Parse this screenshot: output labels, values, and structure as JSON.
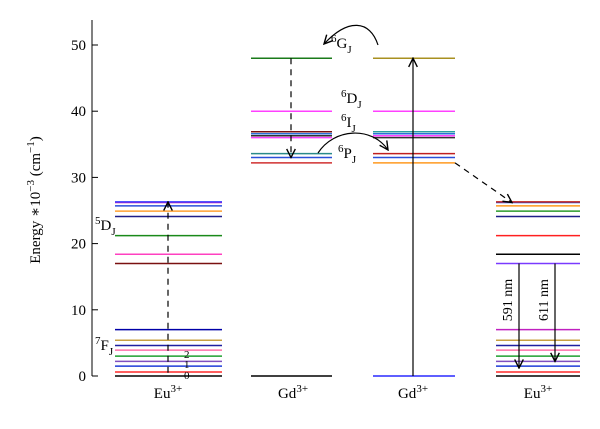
{
  "axis": {
    "ylabel_main": "Energy ∗10",
    "ylabel_exp": "−3",
    "ylabel_unit_open": " (cm",
    "ylabel_unit_exp": "−1",
    "ylabel_unit_close": ")",
    "ticks": [
      "0",
      "10",
      "20",
      "30",
      "40",
      "50"
    ]
  },
  "columns": [
    {
      "base": "Eu",
      "sup": "3+"
    },
    {
      "base": "Gd",
      "sup": "3+"
    },
    {
      "base": "Gd",
      "sup": "3+"
    },
    {
      "base": "Eu",
      "sup": "3+"
    }
  ],
  "labels": {
    "eu_5DJ": {
      "pre": "5",
      "main": "D",
      "sub": "J"
    },
    "eu_7FJ": {
      "pre": "7",
      "main": "F",
      "sub": "J"
    },
    "eu_level_2": "2",
    "eu_level_1": "1",
    "eu_level_0": "0",
    "gd_6GJ": {
      "pre": "6",
      "main": "G",
      "sub": "J"
    },
    "gd_6DJ": {
      "pre": "6",
      "main": "D",
      "sub": "J"
    },
    "gd_6IJ": {
      "pre": "6",
      "main": "I",
      "sub": "J"
    },
    "gd_6PJ": {
      "pre": "6",
      "main": "P",
      "sub": "J"
    },
    "nm591": "591 nm",
    "nm611": "611 nm"
  },
  "levels": {
    "eu_left": [
      {
        "e": 0.0,
        "color": "#000000"
      },
      {
        "e": 0.6,
        "color": "#ff2a2a"
      },
      {
        "e": 1.5,
        "color": "#1e3cd8"
      },
      {
        "e": 2.2,
        "color": "#7f4fbf"
      },
      {
        "e": 3.0,
        "color": "#1f9f2f"
      },
      {
        "e": 3.9,
        "color": "#ff6fa8"
      },
      {
        "e": 4.6,
        "color": "#1f1fa0"
      },
      {
        "e": 5.4,
        "color": "#c8a040"
      },
      {
        "e": 7.0,
        "color": "#0000a8"
      },
      {
        "e": 17.0,
        "color": "#7a1010"
      },
      {
        "e": 18.4,
        "color": "#ff40c0"
      },
      {
        "e": 21.2,
        "color": "#1a8a1a"
      },
      {
        "e": 24.1,
        "color": "#1e1e88"
      },
      {
        "e": 24.9,
        "color": "#ffa030"
      },
      {
        "e": 25.7,
        "color": "#2a4fd8"
      },
      {
        "e": 26.2,
        "color": "#c020c0"
      },
      {
        "e": 26.3,
        "color": "#3a3aff"
      }
    ],
    "gd_mid": [
      {
        "e": 0.0,
        "color": "#000000"
      },
      {
        "e": 32.2,
        "color": "#d03030"
      },
      {
        "e": 33.0,
        "color": "#2a4fd8"
      },
      {
        "e": 33.6,
        "color": "#2a8a8a"
      },
      {
        "e": 36.0,
        "color": "#ff40ff"
      },
      {
        "e": 36.3,
        "color": "#333333"
      },
      {
        "e": 36.6,
        "color": "#2a6fd8"
      },
      {
        "e": 36.9,
        "color": "#7a1010"
      },
      {
        "e": 40.0,
        "color": "#ff40ff"
      },
      {
        "e": 48.0,
        "color": "#1a7a1a"
      }
    ],
    "gd_right": [
      {
        "e": 0.0,
        "color": "#2a2aff"
      },
      {
        "e": 32.2,
        "color": "#ff9a20"
      },
      {
        "e": 33.0,
        "color": "#2a4fd8"
      },
      {
        "e": 33.6,
        "color": "#c02020"
      },
      {
        "e": 36.0,
        "color": "#333333"
      },
      {
        "e": 36.3,
        "color": "#ff40ff"
      },
      {
        "e": 36.6,
        "color": "#2a6fd8"
      },
      {
        "e": 36.9,
        "color": "#2aa0a0"
      },
      {
        "e": 40.0,
        "color": "#ff40ff"
      },
      {
        "e": 48.0,
        "color": "#a89020"
      }
    ],
    "eu_right": [
      {
        "e": 0.0,
        "color": "#000000"
      },
      {
        "e": 0.6,
        "color": "#ff2a2a"
      },
      {
        "e": 1.5,
        "color": "#1e3cd8"
      },
      {
        "e": 2.2,
        "color": "#7f4fbf"
      },
      {
        "e": 3.0,
        "color": "#1f9f2f"
      },
      {
        "e": 3.9,
        "color": "#ff6fa8"
      },
      {
        "e": 4.6,
        "color": "#1f1fa0"
      },
      {
        "e": 5.4,
        "color": "#c8a040"
      },
      {
        "e": 7.0,
        "color": "#c020c0"
      },
      {
        "e": 17.0,
        "color": "#7a3aff"
      },
      {
        "e": 18.4,
        "color": "#000000"
      },
      {
        "e": 21.2,
        "color": "#ff2020"
      },
      {
        "e": 24.1,
        "color": "#1e1e88"
      },
      {
        "e": 24.9,
        "color": "#2a9a2a"
      },
      {
        "e": 25.7,
        "color": "#ff9a20"
      },
      {
        "e": 26.2,
        "color": "#2a4fd8"
      },
      {
        "e": 26.3,
        "color": "#c02020"
      }
    ]
  },
  "transitions": {
    "eu_excitation": {
      "from": 0.5,
      "to": 26.3
    },
    "gd_absorption": {
      "from": 0,
      "to": 48
    },
    "gd_relax": {
      "from": 48,
      "to": 33.0
    },
    "transfer_to_eu": {
      "from": 32.2,
      "to": 26.2
    },
    "emission_591": {
      "from": 17.0,
      "to": 1.2
    },
    "emission_611": {
      "from": 17.0,
      "to": 2.2
    }
  }
}
